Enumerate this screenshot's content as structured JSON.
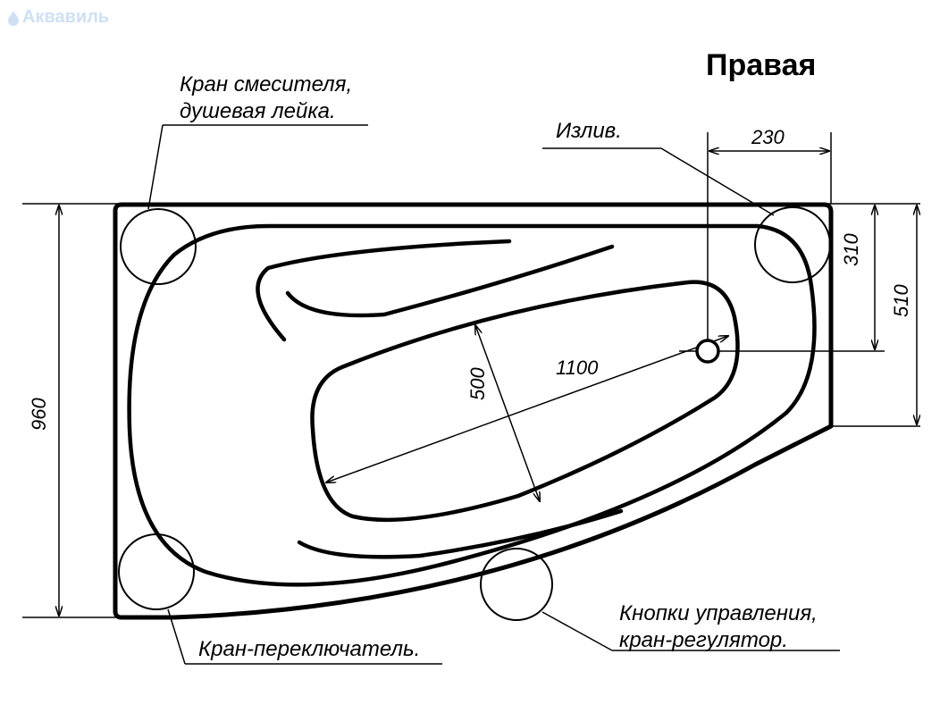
{
  "watermark": {
    "text": "Аквавиль",
    "icon": "drop-icon"
  },
  "title": "Правая",
  "labels": {
    "faucet_mixer": [
      "Кран смесителя,",
      "душевая лейка."
    ],
    "spout": "Излив.",
    "switch_valve": "Кран-переключатель.",
    "control_buttons": [
      "Кнопки управления,",
      "кран-регулятор."
    ]
  },
  "dimensions": {
    "spout_offset": "230",
    "spout_depth": "310",
    "right_side": "510",
    "total_width": "960",
    "bowl_length": "1100",
    "bowl_width": "500"
  }
}
